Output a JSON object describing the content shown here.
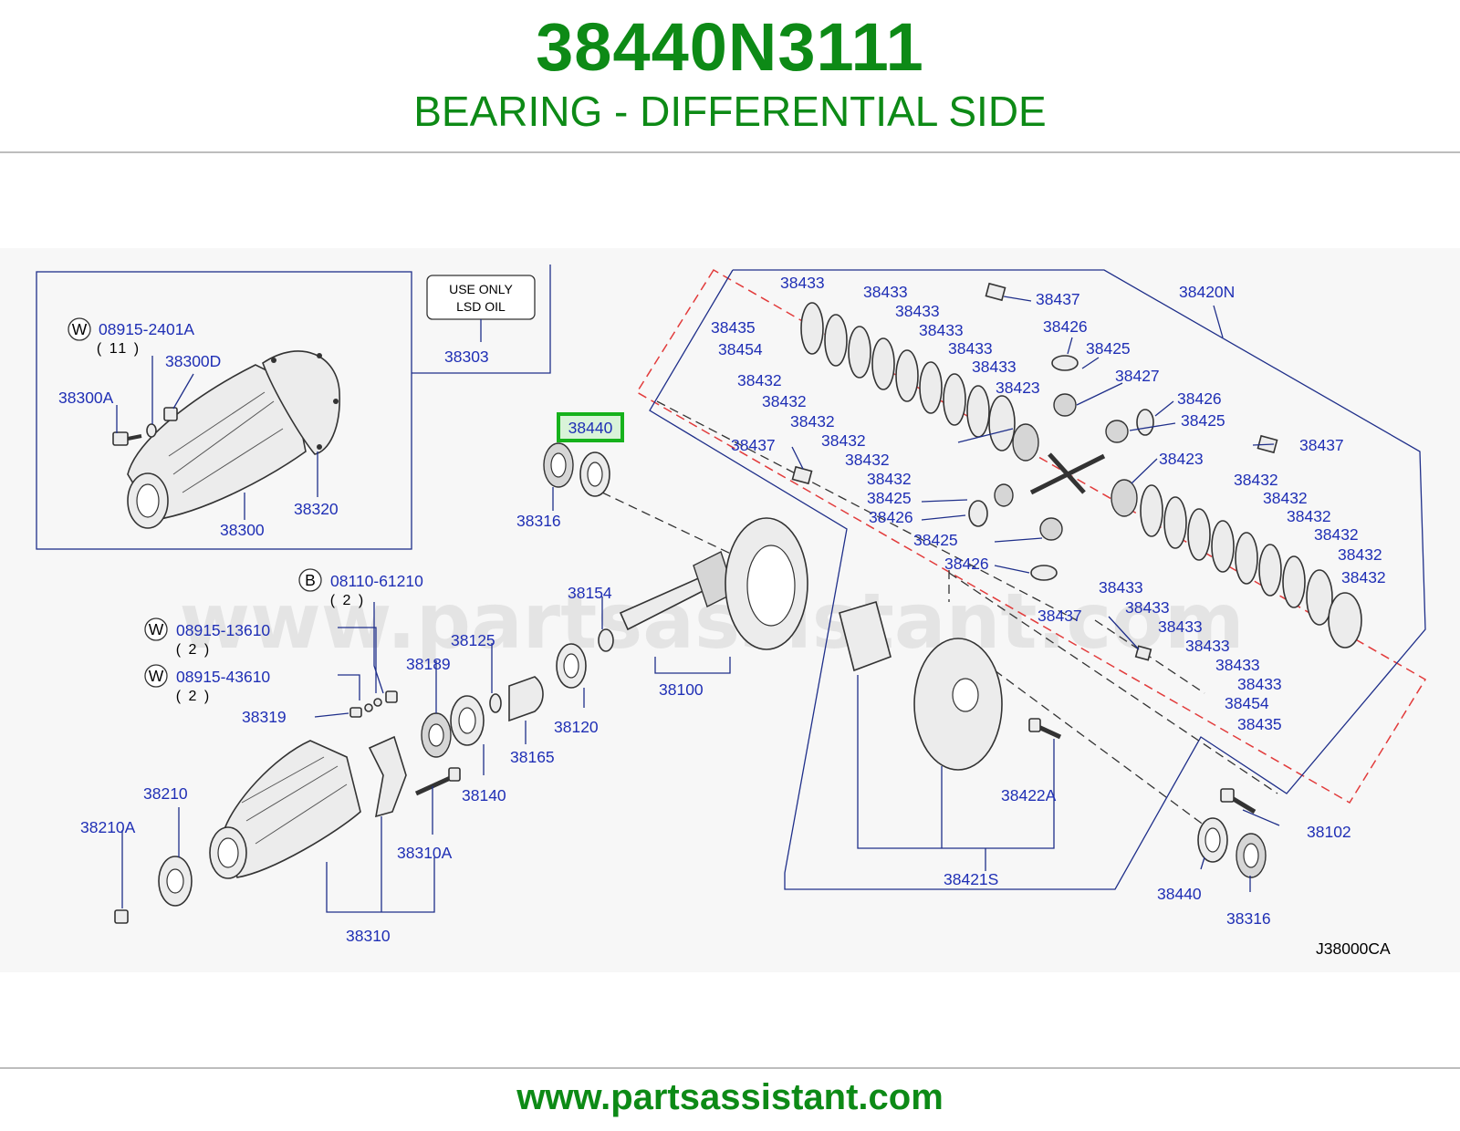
{
  "header": {
    "part_number": "38440N3111",
    "part_name": "BEARING - DIFFERENTIAL SIDE"
  },
  "footer": {
    "url": "www.partsassistant.com"
  },
  "diagram": {
    "watermark": "www.partsassistant.com",
    "code": "J38000CA",
    "note_line1": "USE   ONLY",
    "note_line2": "LSD   OIL",
    "highlighted_label": "38440",
    "symbols": {
      "washer": "W",
      "bolt": "B"
    },
    "labels": {
      "l_08915_2401a": "08915-2401A",
      "q_11": "( 11 )",
      "l_38300d": "38300D",
      "l_38300a": "38300A",
      "l_38300": "38300",
      "l_38320": "38320",
      "l_38303": "38303",
      "l_38316a": "38316",
      "l_08110_61210": "08110-61210",
      "q_2a": "( 2 )",
      "l_08915_13610": "08915-13610",
      "q_2b": "( 2 )",
      "l_08915_43610": "08915-43610",
      "q_2c": "( 2 )",
      "l_38319": "38319",
      "l_38189": "38189",
      "l_38125": "38125",
      "l_38154": "38154",
      "l_38100": "38100",
      "l_38120": "38120",
      "l_38165": "38165",
      "l_38140": "38140",
      "l_38310a": "38310A",
      "l_38310": "38310",
      "l_38210": "38210",
      "l_38210a": "38210A",
      "l_38421s": "38421S",
      "l_38422a": "38422A",
      "l_38102": "38102",
      "l_38440b": "38440",
      "l_38316b": "38316",
      "l_38420n": "38420N",
      "c_433_1": "38433",
      "c_433_2": "38433",
      "c_433_3": "38433",
      "c_433_4": "38433",
      "c_433_5": "38433",
      "c_433_6": "38433",
      "c_435_1": "38435",
      "c_454_1": "38454",
      "c_432_1": "38432",
      "c_432_2": "38432",
      "c_432_3": "38432",
      "c_432_4": "38432",
      "c_432_5": "38432",
      "c_432_6": "38432",
      "c_423_1": "38423",
      "c_437_1": "38437",
      "c_437_2": "38437",
      "c_426_1": "38426",
      "c_425_1": "38425",
      "c_427_1": "38427",
      "c_426_2": "38426",
      "c_425_2": "38425",
      "c_437_3": "38437",
      "c_425_3": "38425",
      "c_426_3": "38426",
      "c_425_4": "38425",
      "c_426_4": "38426",
      "c_423_2": "38423",
      "r_432_1": "38432",
      "r_432_2": "38432",
      "r_432_3": "38432",
      "r_432_4": "38432",
      "r_432_5": "38432",
      "r_432_6": "38432",
      "r_433_1": "38433",
      "r_433_2": "38433",
      "r_433_3": "38433",
      "r_433_4": "38433",
      "r_433_5": "38433",
      "r_433_6": "38433",
      "r_454_1": "38454",
      "r_435_1": "38435",
      "c_437_4": "38437"
    }
  },
  "colors": {
    "title_green": "#0d8a16",
    "label_blue": "#1f2fb5",
    "line_blue": "#1f2f8a",
    "highlight_green": "#16b21c",
    "phantom_red": "#e23b3b",
    "rule_gray": "#bdbdbd"
  }
}
